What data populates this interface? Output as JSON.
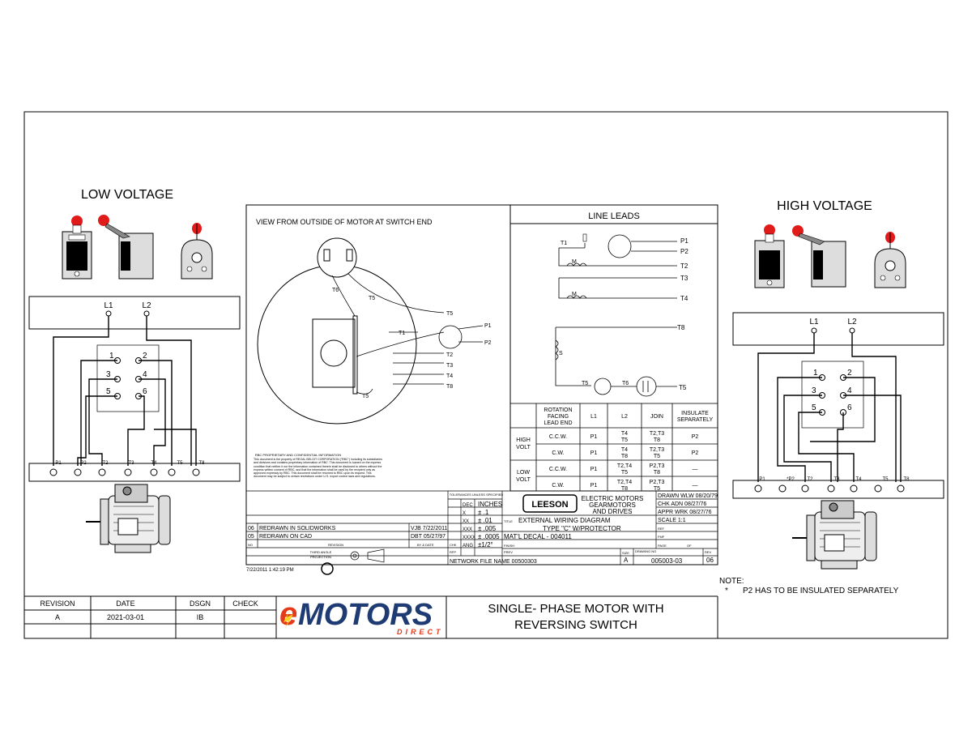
{
  "colors": {
    "red": "#e11a1a",
    "logo_blue": "#1f3b73",
    "logo_red": "#e53a19",
    "line": "#000000"
  },
  "low_voltage": {
    "title": "LOW VOLTAGE",
    "line_labels": [
      "L1",
      "L2"
    ],
    "switch_numbers": [
      "1",
      "2",
      "3",
      "4",
      "5",
      "6"
    ],
    "terminal_labels": [
      "P1",
      "P2",
      "T2",
      "T3",
      "T4",
      "T5",
      "T8"
    ]
  },
  "high_voltage": {
    "title": "HIGH  VOLTAGE",
    "line_labels": [
      "L1",
      "L2"
    ],
    "switch_numbers": [
      "1",
      "2",
      "3",
      "4",
      "5",
      "6"
    ],
    "terminal_labels": [
      "P1",
      "*P2",
      "T2",
      "T3",
      "T4",
      "T5",
      "T8"
    ]
  },
  "motor_view": {
    "heading": "VIEW FROM OUTSIDE OF MOTOR AT SWITCH END",
    "labels": [
      "T6",
      "T5",
      "T1",
      "T5",
      "P1",
      "P2",
      "T2",
      "T3",
      "T4",
      "T8",
      "T5"
    ],
    "proprietary_title": "RBC PROPRIETARY AND CONFIDENTIAL INFORMATION",
    "proprietary_text": "This document is the property of REGAL BELOIT CORPORATION (\"RBC\") including its subsidiaries and divisions and contains proprietary information of RBC. This document is loaned on the express condition that neither it nor the information contained therein shall be disclosed to others without the express written consent of RBC, and that the information shall be used by the recipient only as approved expressly by RBC. This document shall be returned to RBC upon its request. This document may be subject to certain restrictions under U.S. export control laws and regulations."
  },
  "line_leads": {
    "title": "LINE LEADS",
    "labels": [
      "T1",
      "P1",
      "P2",
      "T2",
      "T3",
      "T4",
      "T8",
      "S",
      "M",
      "M",
      "T5",
      "T6",
      "T5"
    ]
  },
  "rotation_table": {
    "headers": [
      "ROTATION FACING LEAD END",
      "L1",
      "L2",
      "JOIN",
      "INSULATE SEPARATELY"
    ],
    "groups": [
      {
        "name": "HIGH VOLT",
        "rows": [
          {
            "dir": "C.C.W.",
            "l1": "P1",
            "l2": "T4\nT5",
            "join": "T2,T3\nT8",
            "insulate": "P2"
          },
          {
            "dir": "C.W.",
            "l1": "P1",
            "l2": "T4\nT8",
            "join": "T2,T3\nT5",
            "insulate": "P2"
          }
        ]
      },
      {
        "name": "LOW VOLT",
        "rows": [
          {
            "dir": "C.C.W.",
            "l1": "P1",
            "l2": "T2,T4\nT5",
            "join": "P2,T3\nT8",
            "insulate": "—"
          },
          {
            "dir": "C.W.",
            "l1": "P1",
            "l2": "T2,T4\nT8",
            "join": "P2,T3\nT5",
            "insulate": "—"
          }
        ]
      }
    ]
  },
  "title_block": {
    "tolerances": "TOLERANCES UNLESS SPECIFIED",
    "dec": "DEC",
    "inches": "INCHES",
    "tol_rows": [
      [
        "X",
        "± .1"
      ],
      [
        "XX",
        "± .01"
      ],
      [
        "XXX",
        "± .005"
      ],
      [
        "XXXX",
        "± .0005"
      ],
      [
        "ANG",
        "±1/2°"
      ]
    ],
    "brand": "LEESON",
    "brand_sub": [
      "ELECTRIC MOTORS",
      "GEARMOTORS",
      "AND DRIVES"
    ],
    "drawn": "DRAWN  WLW 08/20/79",
    "chk": "CHK     ADN 08/27/76",
    "appr": "APPR   WRK 08/27/76",
    "scale": "SCALE  1:1",
    "ref": "REF",
    "fmf": "FMF",
    "title_label": "TITLE",
    "title_lines": [
      "EXTERNAL WIRING DIAGRAM",
      "TYPE \"C\" W/PROTECTOR"
    ],
    "matl": "MAT'L  DECAL - 004011",
    "finish": "FINISH",
    "revisions": [
      {
        "no": "06",
        "desc": "REDRAWN IN SOLIDWORKS",
        "by": "VJB 7/22/2011"
      },
      {
        "no": "05",
        "desc": "REDRAWN ON CAD",
        "by": "DBT 05/27/97"
      }
    ],
    "rev_headers": [
      "NO",
      "REVISION",
      "BY & DATE",
      "CHK"
    ],
    "third_angle": "THIRD ANGLE PROJECTION",
    "rfp": "RFP",
    "prev": "PREV",
    "network_file": "NETWORK FILE NAME  00500303",
    "size_label": "SIZE",
    "size": "A",
    "drawing_no_label": "DRAWING NO",
    "drawing_no": "005003-03",
    "rev_label": "REV",
    "rev": "06",
    "page": "PAGE",
    "of": "OF",
    "timestamp": "7/22/2011 1:42:19 PM"
  },
  "bottom_block": {
    "headers": [
      "REVISION",
      "DATE",
      "DSGN",
      "CHECK"
    ],
    "row": [
      "A",
      "2021-03-01",
      "IB",
      ""
    ],
    "logo_e": "e",
    "logo_main": "MOTORS",
    "logo_sub": "DIRECT",
    "title_lines": [
      "SINGLE- PHASE MOTOR WITH",
      "REVERSING SWITCH"
    ]
  },
  "note": {
    "label": "NOTE:",
    "star": "*",
    "text": "P2 HAS TO BE INSULATED  SEPARATELY"
  }
}
